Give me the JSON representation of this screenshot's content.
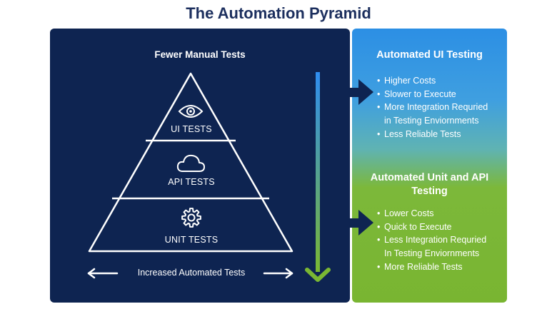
{
  "title": "The Automation Pyramid",
  "left": {
    "top_label": "Fewer Manual Tests",
    "bottom_label": "Increased Automated Tests",
    "layers": [
      {
        "label": "UI TESTS",
        "icon": "eye-icon"
      },
      {
        "label": "API TESTS",
        "icon": "cloud-icon"
      },
      {
        "label": "UNIT TESTS",
        "icon": "gear-icon"
      }
    ]
  },
  "right": {
    "ui": {
      "title": "Automated UI Testing",
      "bullets": [
        "Higher Costs",
        "Slower to Execute",
        "More Integration Requried",
        "in Testing Enviornments",
        "Less Reliable Tests"
      ]
    },
    "unit": {
      "title_line1": "Automated Unit and API",
      "title_line2": "Testing",
      "bullets": [
        "Lower Costs",
        "Quick to Execute",
        "Less Integration Requried",
        "In Testing Enviornments",
        "More Reliable Tests"
      ]
    }
  },
  "colors": {
    "left_panel": "#0e2451",
    "title": "#1c2f5e",
    "arrow_top": "#2f8df0",
    "arrow_bottom": "#7ab733"
  }
}
